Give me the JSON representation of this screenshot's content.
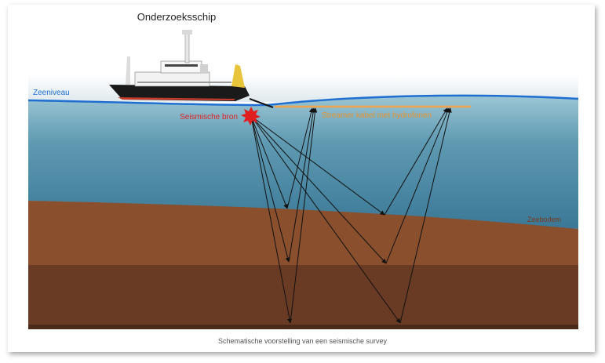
{
  "labels": {
    "ship": "Onderzoeksschip",
    "sea_level": "Zeeniveau",
    "source": "Seismische bron",
    "streamer": "Streamer kabel met hydrofonen",
    "seabed": "Zeebodem"
  },
  "caption": "Schematische voorstelling van een seismische survey",
  "colors": {
    "sky": "#ffffff",
    "water_top": "#7fb6c9",
    "water_deep": "#3a7896",
    "sea_line": "#1f6fd1",
    "streamer": "#f2a44a",
    "layer1": "#8a4f2c",
    "layer2": "#6a3b24",
    "bottom": "#4a2918",
    "source": "#e02020",
    "seabed_label": "#7a3a1c",
    "rays": "#111111"
  }
}
